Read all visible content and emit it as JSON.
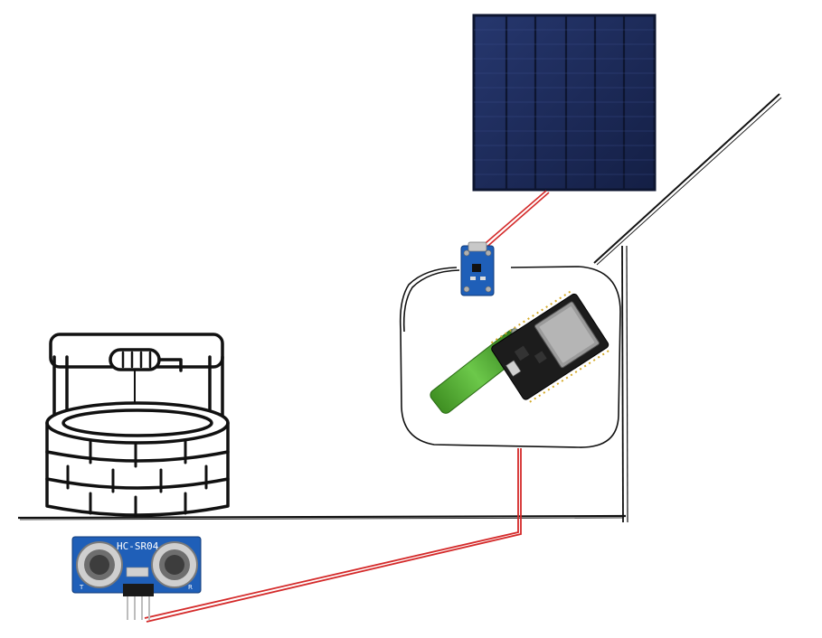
{
  "labels": {
    "sensor_model": "HC-SR04",
    "sensor_left": "T",
    "sensor_right": "R"
  },
  "colors": {
    "wire": "#d42a2a",
    "outline": "#111111",
    "panel": "#1b2a5c",
    "pcb_blue": "#1f5fb8",
    "battery": "#4caa2f",
    "esp_board": "#1c1c1c"
  },
  "icons": [
    "water-well-icon",
    "solar-panel-icon",
    "charger-module-icon",
    "battery-cell-icon",
    "esp32-board-icon",
    "ultrasonic-sensor-icon"
  ]
}
